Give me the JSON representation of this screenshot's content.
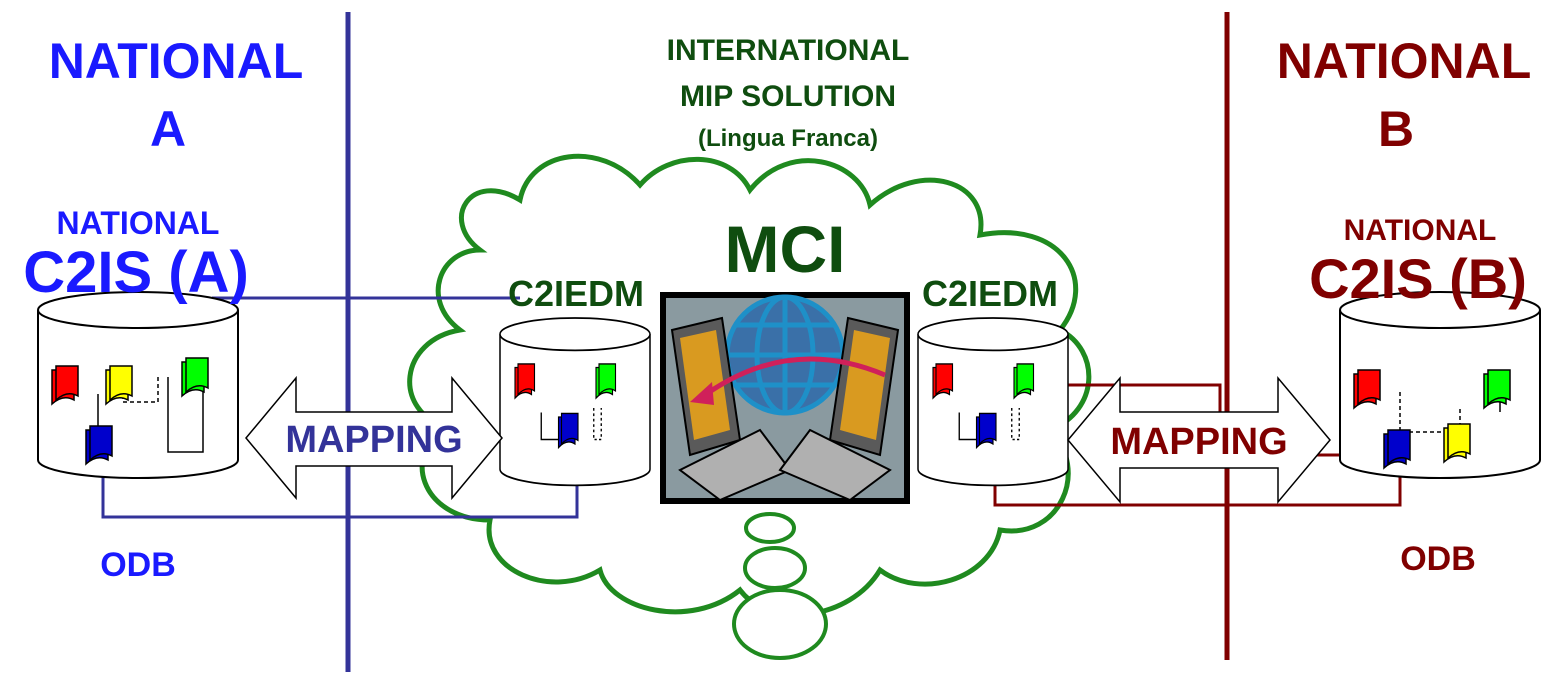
{
  "colors": {
    "national_a": "#1a1aff",
    "national_a_line": "#333399",
    "national_b": "#800000",
    "cloud": "#1f8a1f",
    "international_text": "#0f4d0f",
    "doc_red": "#ff0000",
    "doc_yellow": "#ffff00",
    "doc_green": "#00ff00",
    "doc_blue": "#0000cc"
  },
  "national_a": {
    "title_line1": "NATIONAL",
    "title_line2": "A",
    "system_line1": "NATIONAL",
    "system_line2": "C2IS (A)",
    "db_label": "ODB"
  },
  "national_b": {
    "title_line1": "NATIONAL",
    "title_line2": "B",
    "system_line1": "NATIONAL",
    "system_line2": "C2IS (B)",
    "db_label": "ODB"
  },
  "international": {
    "line1": "INTERNATIONAL",
    "line2": "MIP SOLUTION",
    "line3": "(Lingua Franca)",
    "mci_label": "MCI",
    "left_model_label": "C2IEDM",
    "right_model_label": "C2IEDM"
  },
  "mapping_left": {
    "label": "MAPPING"
  },
  "mapping_right": {
    "label": "MAPPING"
  },
  "icons": [
    "database-icon",
    "document-icon",
    "arrow-icon",
    "computer-icon",
    "globe-icon",
    "cloud-icon"
  ]
}
